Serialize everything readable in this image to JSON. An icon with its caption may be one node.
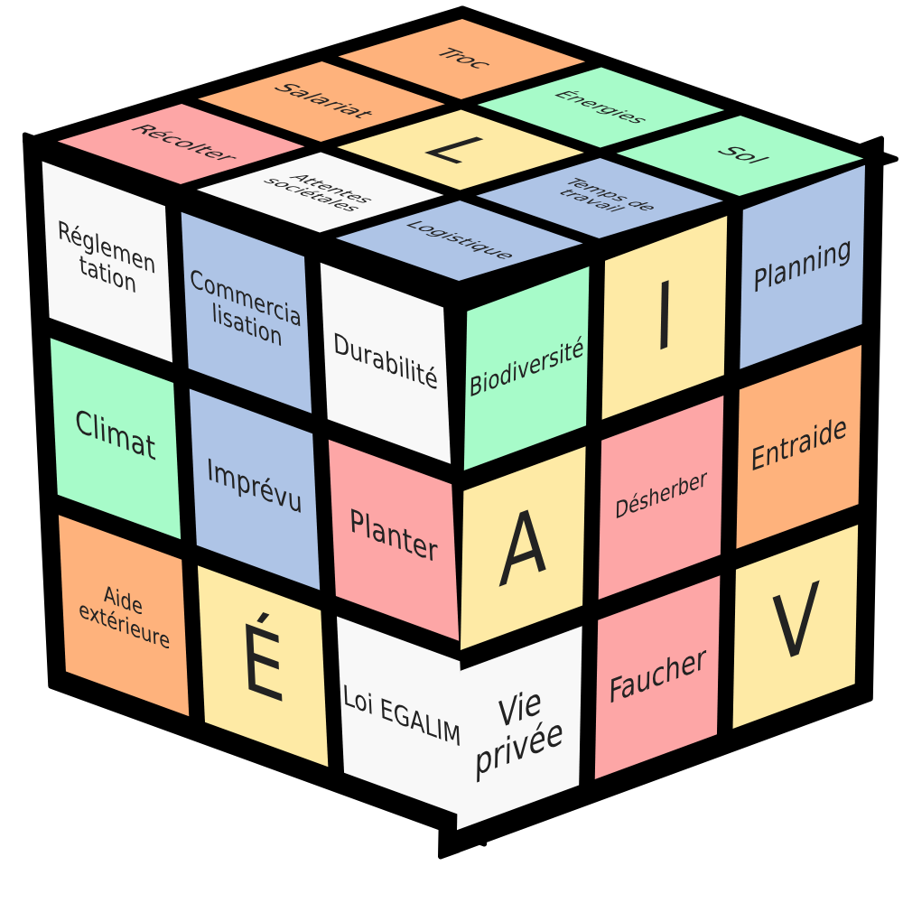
{
  "diagram": {
    "nodes": [
      {
        "text": [
          "Troc"
        ]
      },
      {
        "text": [
          "Énergies"
        ]
      },
      {
        "text": [
          "Sol"
        ]
      },
      {
        "text": [
          "Salariat"
        ]
      },
      {
        "text": [
          "L"
        ]
      },
      {
        "text": [
          "Temps de travail"
        ]
      },
      {
        "text": [
          "Récolter"
        ]
      },
      {
        "text": [
          "Attentes sociétales"
        ]
      },
      {
        "text": [
          "Logistique"
        ]
      },
      {
        "text": [
          "Réglemen tation"
        ]
      },
      {
        "text": [
          "Commercia lisation"
        ]
      },
      {
        "text": [
          "Durabilité"
        ]
      },
      {
        "text": [
          "Climat"
        ]
      },
      {
        "text": [
          "Imprévu"
        ]
      },
      {
        "text": [
          "Planter"
        ]
      },
      {
        "text": [
          "Aide extérieure"
        ]
      },
      {
        "text": [
          "É"
        ]
      },
      {
        "text": [
          "Loi EGALIM"
        ]
      },
      {
        "text": [
          "Biodiversité"
        ]
      },
      {
        "text": [
          "I"
        ]
      },
      {
        "text": [
          "Planning"
        ]
      },
      {
        "text": [
          "A"
        ]
      },
      {
        "text": [
          "Désherber"
        ]
      },
      {
        "text": [
          "Entraide"
        ]
      },
      {
        "text": [
          "Vie privée"
        ]
      },
      {
        "text": [
          "Faucher"
        ]
      },
      {
        "text": [
          "V"
        ]
      }
    ]
  }
}
